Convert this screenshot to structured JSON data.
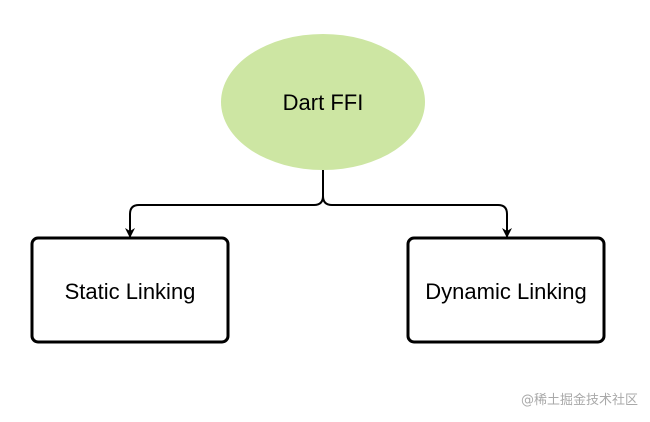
{
  "diagram": {
    "root": {
      "label": "Dart FFI",
      "fill": "#cde6a3"
    },
    "children": [
      {
        "label": "Static Linking"
      },
      {
        "label": "Dynamic Linking"
      }
    ],
    "stroke_color": "#000000"
  },
  "watermark": {
    "text": "@稀土掘金技术社区"
  }
}
